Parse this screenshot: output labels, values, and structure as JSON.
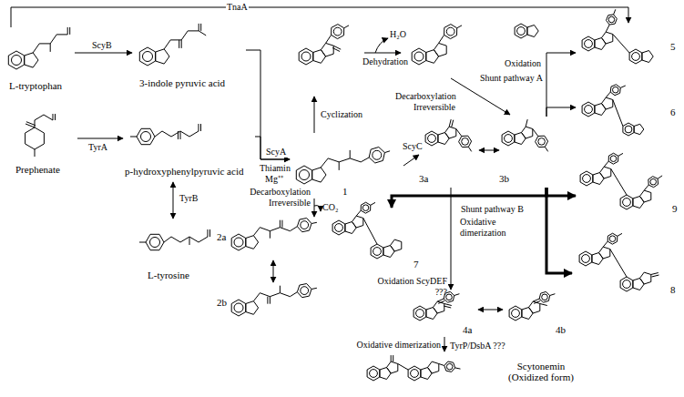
{
  "diagram": {
    "nodes": [
      {
        "text": [
          "L-tryptophan"
        ]
      },
      {
        "text": [
          "3-indole pyruvic acid"
        ]
      },
      {
        "text": [
          "Prephenate"
        ]
      },
      {
        "text": [
          "p-hydroxyphenylpyruvic acid"
        ]
      },
      {
        "text": [
          "L-tyrosine"
        ]
      },
      {
        "text": [
          "1"
        ]
      },
      {
        "text": [
          "2a"
        ]
      },
      {
        "text": [
          "2b"
        ]
      },
      {
        "text": [
          "3a"
        ]
      },
      {
        "text": [
          "3b"
        ]
      },
      {
        "text": [
          "5"
        ]
      },
      {
        "text": [
          "6"
        ]
      },
      {
        "text": [
          "7"
        ]
      },
      {
        "text": [
          "8"
        ]
      },
      {
        "text": [
          "9"
        ]
      },
      {
        "text": [
          "4a"
        ]
      },
      {
        "text": [
          "4b"
        ]
      },
      {
        "text": [
          "Scytonemin (Oxidized form)"
        ]
      }
    ],
    "edges": [
      {
        "from": 0,
        "to": 1,
        "arrow": "to",
        "label": "ScyB"
      },
      {
        "from": 0,
        "to": 10,
        "arrow": "to",
        "label": "TnaA"
      },
      {
        "from": 2,
        "to": 3,
        "arrow": "to",
        "label": "TyrA"
      },
      {
        "from": 3,
        "to": 4,
        "arrow": "both",
        "label": "TyrB"
      },
      {
        "from": 1,
        "to": 5,
        "arrow": "to",
        "label": "ScyA"
      },
      {
        "from": 3,
        "to": 5,
        "arrow": "to"
      },
      {
        "from": 5,
        "to": 6,
        "arrow": "to",
        "label": "Decarboxylation Irreversible"
      },
      {
        "from": 6,
        "to": 7,
        "arrow": "both"
      },
      {
        "from": 5,
        "to": 8,
        "arrow": "to",
        "label": "ScyC"
      },
      {
        "from": 8,
        "to": 9,
        "arrow": "both"
      },
      {
        "from": 9,
        "to": 10,
        "arrow": "to",
        "label": "Oxidation"
      },
      {
        "from": 9,
        "to": 11,
        "arrow": "to"
      },
      {
        "from": 9,
        "to": 12,
        "arrow": "to",
        "label": "Shunt pathway B"
      },
      {
        "from": 9,
        "to": 13,
        "arrow": "to"
      },
      {
        "from": 9,
        "to": 14,
        "arrow": "to"
      },
      {
        "from": 8,
        "to": 15,
        "arrow": "to",
        "label": "Oxidation ScyDEF ???"
      },
      {
        "from": 15,
        "to": 16,
        "arrow": "both"
      },
      {
        "from": 15,
        "to": 17,
        "arrow": "to",
        "label": "Oxidative dimerization"
      }
    ],
    "labels": [
      "Thiamin",
      "Mg⁺⁺",
      "CO₂",
      "Cyclization",
      "H₂O",
      "Dehydration",
      "Decarboxylation Irreversible",
      "Shunt pathway A",
      "Oxidative dimerization",
      "TyrP/DsbA ???"
    ]
  }
}
